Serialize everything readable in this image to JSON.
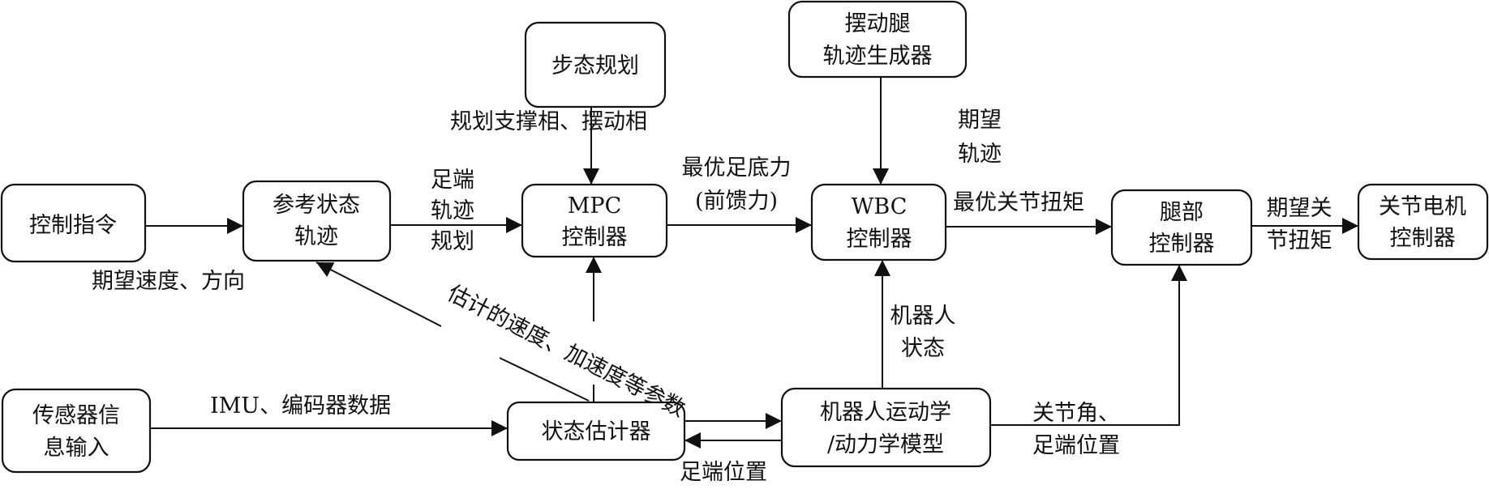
{
  "diagram": {
    "type": "block-diagram",
    "nodes": {
      "control_command": {
        "lines": [
          "控制指令"
        ]
      },
      "reference_trajectory": {
        "lines": [
          "参考状态",
          "轨迹"
        ]
      },
      "gait_planning": {
        "lines": [
          "步态规划"
        ]
      },
      "mpc_controller": {
        "lines": [
          "MPC",
          "控制器"
        ]
      },
      "swing_leg_generator": {
        "lines": [
          "摆动腿",
          "轨迹生成器"
        ]
      },
      "wbc_controller": {
        "lines": [
          "WBC",
          "控制器"
        ]
      },
      "leg_controller": {
        "lines": [
          "腿部",
          "控制器"
        ]
      },
      "joint_motor_controller": {
        "lines": [
          "关节电机",
          "控制器"
        ]
      },
      "sensor_input": {
        "lines": [
          "传感器信",
          "息输入"
        ]
      },
      "state_estimator": {
        "lines": [
          "状态估计器"
        ]
      },
      "robot_model": {
        "lines": [
          "机器人运动学",
          "/动力学模型"
        ]
      }
    },
    "edges": {
      "desired_velocity": {
        "lines": [
          "期望速度、方向"
        ]
      },
      "foot_trajectory_planning": {
        "lines": [
          "足端",
          "轨迹",
          "规划"
        ]
      },
      "support_swing_phase": {
        "lines": [
          "规划支撑相、摆动相"
        ]
      },
      "optimal_grf": {
        "lines": [
          "最优足底力",
          "(前馈力)"
        ]
      },
      "desired_trajectory": {
        "lines": [
          "期望",
          "轨迹"
        ]
      },
      "optimal_joint_torque": {
        "lines": [
          "最优关节扭矩"
        ]
      },
      "desired_joint_torque": {
        "lines": [
          "期望关",
          "节扭矩"
        ]
      },
      "estimated_params": {
        "lines": [
          "估计的速度、加速度等参数"
        ]
      },
      "imu_encoder": {
        "lines": [
          "IMU、编码器数据"
        ]
      },
      "robot_state": {
        "lines": [
          "机器人",
          "状态"
        ]
      },
      "joint_angle_foot": {
        "lines": [
          "关节角、",
          "足端位置"
        ]
      },
      "foot_position": {
        "lines": [
          "足端位置"
        ]
      }
    }
  }
}
